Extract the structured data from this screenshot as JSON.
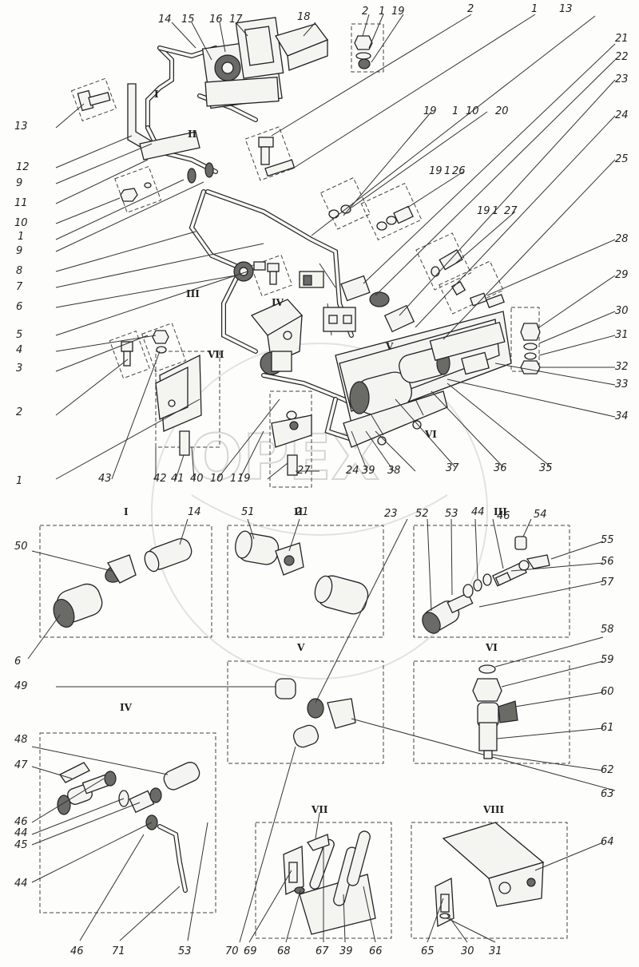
{
  "watermark": "OPEX",
  "callouts": {
    "c1a": "1",
    "c2a": "2",
    "c19a": "19",
    "c2b": "2",
    "c1b": "1",
    "c13a": "13",
    "c14a": "14",
    "c15a": "15",
    "c16": "16",
    "c17": "17",
    "c18": "18",
    "c13b": "13",
    "c12": "12",
    "c9a": "9",
    "c11": "11",
    "c10a": "10",
    "c1c": "1",
    "c9b": "9",
    "c8": "8",
    "c7": "7",
    "c6a": "6",
    "c5": "5",
    "c4": "4",
    "c3": "3",
    "c2c": "2",
    "c1d": "1",
    "c21a": "21",
    "c22": "22",
    "c23a": "23",
    "c24a": "24",
    "c25": "25",
    "c28": "28",
    "c29": "29",
    "c30a": "30",
    "c31a": "31",
    "c32": "32",
    "c33": "33",
    "c34": "34",
    "c35": "35",
    "c36": "36",
    "c37": "37",
    "c19b": "19",
    "c1e": "1",
    "c10b": "10",
    "c20": "20",
    "c19c": "19",
    "c1f": "1",
    "c26": "26",
    "c19d": "19",
    "c1g": "1",
    "c27a": "27",
    "c43": "43",
    "c42": "42",
    "c41": "41",
    "c40": "40",
    "c10c": "10",
    "c1h": "1",
    "c19e": "19",
    "c27b": "27",
    "c24b": "24",
    "c39a": "39",
    "c38": "38",
    "c14b": "14",
    "c50": "50",
    "c6b": "6",
    "c51": "51",
    "c21b": "21",
    "c23b": "23",
    "c52": "52",
    "c53a": "53",
    "c44a": "44",
    "c46a": "46",
    "c54": "54",
    "c55": "55",
    "c56": "56",
    "c57": "57",
    "c58": "58",
    "c59": "59",
    "c60": "60",
    "c61": "61",
    "c62": "62",
    "c63": "63",
    "c49": "49",
    "c48": "48",
    "c47": "47",
    "c46b": "46",
    "c44b": "44",
    "c45": "45",
    "c44c": "44",
    "c64": "64",
    "c46c": "46",
    "c71": "71",
    "c53b": "53",
    "c70": "70",
    "c69": "69",
    "c68": "68",
    "c67": "67",
    "c39b": "39",
    "c66": "66",
    "c65": "65",
    "c30b": "30",
    "c31b": "31"
  },
  "views": {
    "v1": "I",
    "v2": "II",
    "v3": "III",
    "v4": "IV",
    "v5": "V",
    "v6": "VI",
    "v7": "VII",
    "v8": "VIII"
  },
  "view_marks": {
    "m1": "I",
    "m2": "II",
    "m3": "III",
    "m4": "IV",
    "m5": "V",
    "m6": "VI",
    "m7": "VII"
  }
}
